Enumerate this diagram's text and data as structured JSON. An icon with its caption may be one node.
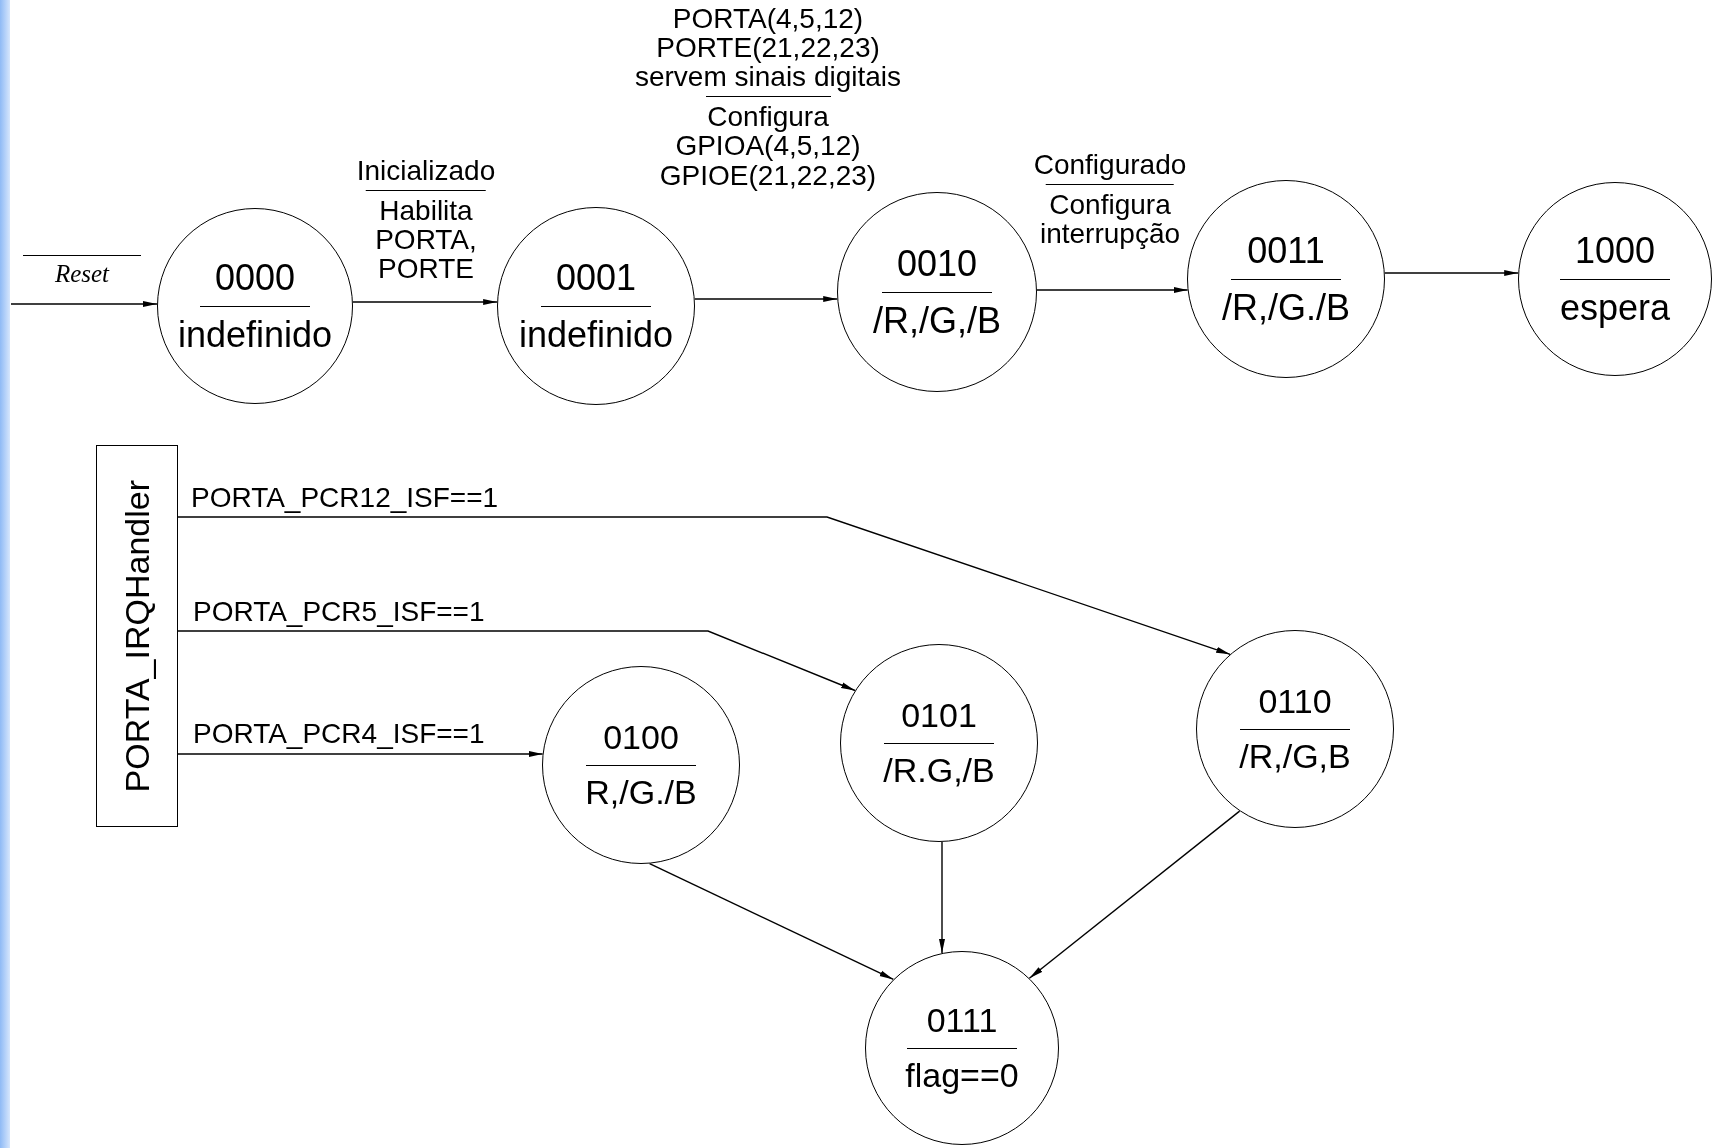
{
  "diagram": {
    "nodes": [
      {
        "text": [
          "0000",
          "indefinido"
        ]
      },
      {
        "text": [
          "0001",
          "indefinido"
        ]
      },
      {
        "text": [
          "0010",
          "/R,/G,/B"
        ]
      },
      {
        "text": [
          "0011",
          "/R,/G./B"
        ]
      },
      {
        "text": [
          "1000",
          "espera"
        ]
      },
      {
        "text": [
          "PORTA_IRQHandler"
        ]
      },
      {
        "text": [
          "0100",
          "R,/G./B"
        ]
      },
      {
        "text": [
          "0101",
          "/R.G,/B"
        ]
      },
      {
        "text": [
          "0110",
          "/R,/G,B"
        ]
      },
      {
        "text": [
          "0111",
          "flag==0"
        ]
      }
    ],
    "edges": [
      {
        "from": null,
        "to": 0,
        "arrow": "to",
        "label": [
          "Reset"
        ]
      },
      {
        "from": 0,
        "to": 1,
        "arrow": "to",
        "label": [
          "Inicializado",
          "Habilita PORTA, PORTE"
        ]
      },
      {
        "from": 1,
        "to": 2,
        "arrow": "to",
        "label": [
          "PORTA(4,5,12) PORTE(21,22,23) servem sinais digitais",
          "Configura GPIOA(4,5,12) GPIOE(21,22,23)"
        ]
      },
      {
        "from": 2,
        "to": 3,
        "arrow": "to",
        "label": [
          "Configurado",
          "Configura interrupção"
        ]
      },
      {
        "from": 3,
        "to": 4,
        "arrow": "to"
      },
      {
        "from": 5,
        "to": 8,
        "arrow": "to",
        "label": [
          "PORTA_PCR12_ISF==1"
        ]
      },
      {
        "from": 5,
        "to": 7,
        "arrow": "to",
        "label": [
          "PORTA_PCR5_ISF==1"
        ]
      },
      {
        "from": 5,
        "to": 6,
        "arrow": "to",
        "label": [
          "PORTA_PCR4_ISF==1"
        ]
      },
      {
        "from": 6,
        "to": 9,
        "arrow": "to"
      },
      {
        "from": 7,
        "to": 9,
        "arrow": "to"
      },
      {
        "from": 8,
        "to": 9,
        "arrow": "to"
      }
    ]
  }
}
